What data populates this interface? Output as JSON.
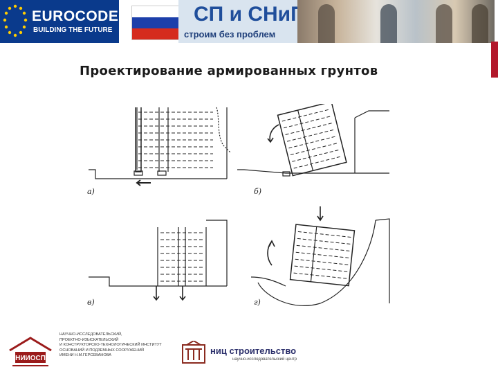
{
  "header": {
    "eurocodes_title": "EUROCODES",
    "eurocodes_subtitle": "BUILDING THE FUTURE",
    "brand_title": "СП и СНиП",
    "brand_subtitle": "строим без проблем",
    "flag_colors": [
      "#ffffff",
      "#1c3faa",
      "#d52b1e"
    ],
    "accent_bar_color": "#b2182b"
  },
  "slide": {
    "title": "Проектирование армированных грунтов"
  },
  "figure": {
    "panel_labels": [
      "а)",
      "б)",
      "в)",
      "г)"
    ]
  },
  "footer": {
    "org1_logo_text": "НИИОСП",
    "org1_lines": "НАУЧНО-ИССЛЕДОВАТЕЛЬСКИЙ,\nПРОЕКТНО-ИЗЫСКАТЕЛЬСКИЙ\nИ КОНСТРУКТОРСКО-ТЕХНОЛОГИЧЕСКИЙ ИНСТИТУТ\nОСНОВАНИЙ И ПОДЗЕМНЫХ СООРУЖЕНИЙ\nИМЕНИ Н.М.ГЕРСЕВАНОВА",
    "org2_name": "ниц строительство",
    "org2_sub": "научно-исследовательский центр"
  }
}
